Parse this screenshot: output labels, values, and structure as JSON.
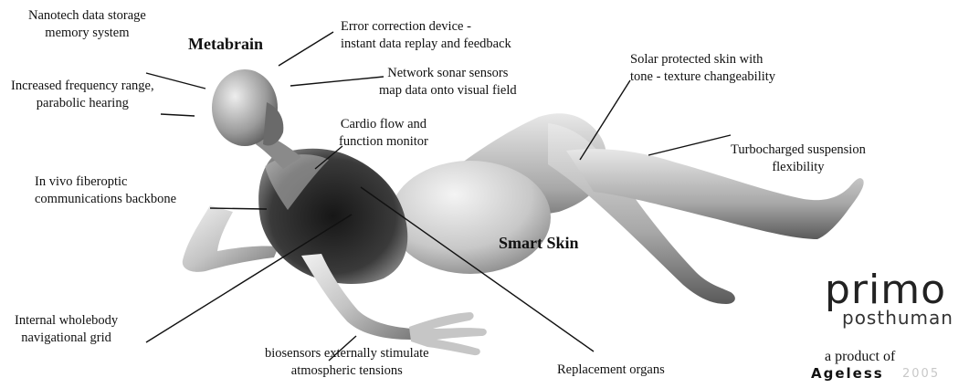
{
  "labels": {
    "nanotech": [
      "Nanotech data storage",
      "memory system"
    ],
    "metabrain": "Metabrain",
    "error_correction": [
      "Error correction device -",
      "instant data replay and feedback"
    ],
    "network_sonar": [
      "Network sonar sensors",
      "map data onto visual field"
    ],
    "hearing": [
      "Increased frequency range,",
      "parabolic hearing"
    ],
    "solar_skin": [
      "Solar protected skin with",
      "tone - texture changeability"
    ],
    "cardio": [
      "Cardio flow and",
      "function monitor"
    ],
    "suspension": [
      "Turbocharged suspension",
      "flexibility"
    ],
    "fiberoptic": [
      "In vivo fiberoptic",
      "communications backbone"
    ],
    "smart_skin": "Smart Skin",
    "navigational": [
      "Internal wholebody",
      "navigational grid"
    ],
    "biosensors": [
      "biosensors externally stimulate",
      "atmospheric tensions"
    ],
    "replacement": "Replacement organs"
  },
  "brand": {
    "primo": "primo",
    "posthuman": "posthuman",
    "product_of": "a product of",
    "ageless": "Ageless",
    "year": "2005"
  },
  "colors": {
    "figure_light": "#eeeeee",
    "figure_mid": "#b0b0b0",
    "figure_dark": "#3a3a3a",
    "torso_dark": "#1a1a1a",
    "leader_line": "#111111"
  }
}
